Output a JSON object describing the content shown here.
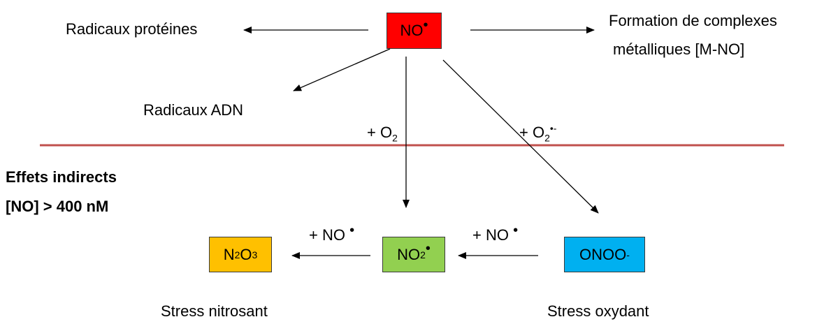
{
  "colors": {
    "no_box": "#ff0000",
    "no2_box": "#92d050",
    "n2o3_box": "#ffc000",
    "onoo_box": "#00b0f0",
    "divider": "#c0504d",
    "arrow": "#000000"
  },
  "nodes": {
    "no": {
      "base": "NO",
      "sup": "•"
    },
    "n2o3": {
      "p1": "N",
      "s1": "2",
      "p2": "O",
      "s2": "3"
    },
    "no2": {
      "base": "NO",
      "sub": "2",
      "sup": "•"
    },
    "onoo": {
      "base": "ONOO",
      "sup": "-"
    }
  },
  "labels": {
    "radicaux_proteines": "Radicaux protéines",
    "formation_line1": "Formation de complexes",
    "formation_line2": "métalliques [M-NO]",
    "radicaux_adn": "Radicaux ADN",
    "plus_o2": {
      "base": "+ O",
      "sub": "2"
    },
    "plus_o2_radical": {
      "base": "+ O",
      "sub": "2",
      "sup": "•-"
    },
    "effets_line1": "Effets indirects",
    "effets_line2": "[NO] > 400 nM",
    "plus_no_left": {
      "base": "+ NO",
      "sup": "•"
    },
    "plus_no_right": {
      "base": "+ NO",
      "sup": "•"
    },
    "stress_nitrosant": "Stress nitrosant",
    "stress_oxydant": "Stress oxydant"
  }
}
